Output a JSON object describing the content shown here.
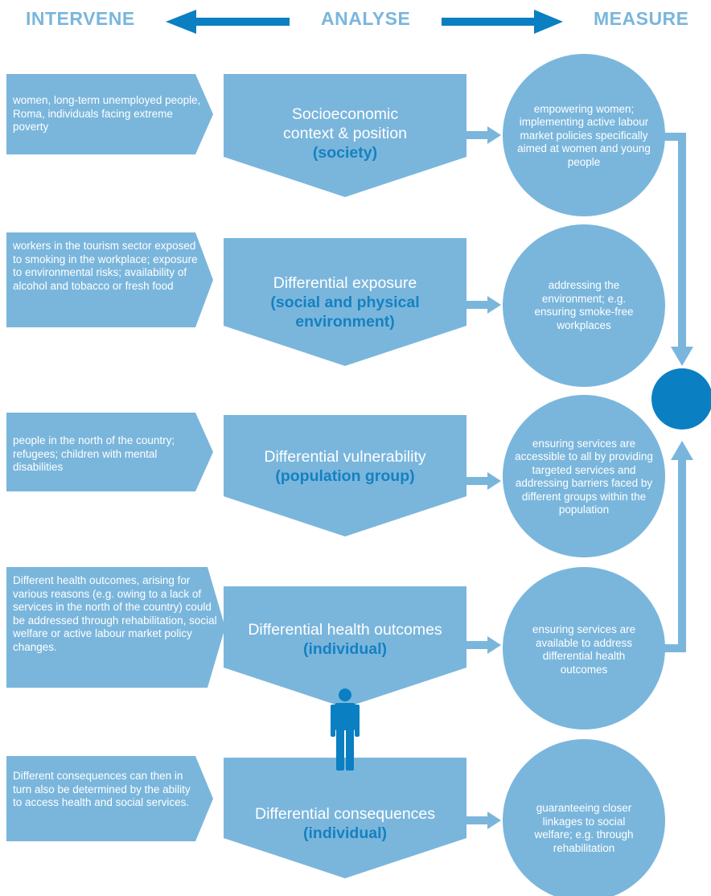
{
  "header": {
    "intervene": "INTERVENE",
    "analyse": "ANALYSE",
    "measure": "MEASURE"
  },
  "colors": {
    "light_blue": "#7ab6dc",
    "dark_blue": "#0a7fc2",
    "accent_text": "#1581c1",
    "text_on_shape": "#ffffff"
  },
  "rows": [
    {
      "population": "women, long-term unemployed people, Roma, individuals facing extreme poverty",
      "title": "Socioeconomic context & position",
      "subtitle": "(society)",
      "measure": "empowering women; implementing active labour market policies specifically aimed at women and young people"
    },
    {
      "population": "workers in the tourism sector exposed to smoking in the workplace; exposure to environmental risks; availability of alcohol and tobacco or fresh food",
      "title": "Differential exposure",
      "subtitle": "(social and physical environment)",
      "measure": "addressing the environment; e.g. ensuring smoke-free workplaces"
    },
    {
      "population": "people in the north of the country; refugees; children with mental disabilities",
      "title": "Differential vulnerability",
      "subtitle": "(population group)",
      "measure": "ensuring services are accessible to all by providing targeted services and addressing barriers faced by different groups within the population"
    },
    {
      "population": "Different health outcomes, arising for various reasons (e.g. owing to a lack of services in the north of the country) could be addressed through rehabilitation, social welfare or active labour market policy changes.",
      "title": "Differential health outcomes",
      "subtitle": "(individual)",
      "measure": "ensuring services are available to address differential health outcomes"
    },
    {
      "population": "Different consequences can then in turn also be determined by the ability to access health and social services.",
      "title": "Differential consequences",
      "subtitle": "(individual)",
      "measure": "guaranteeing closer linkages to social welfare; e.g. through rehabilitation"
    }
  ],
  "icons": {
    "person": "person-icon",
    "hub": "hub-circle"
  }
}
